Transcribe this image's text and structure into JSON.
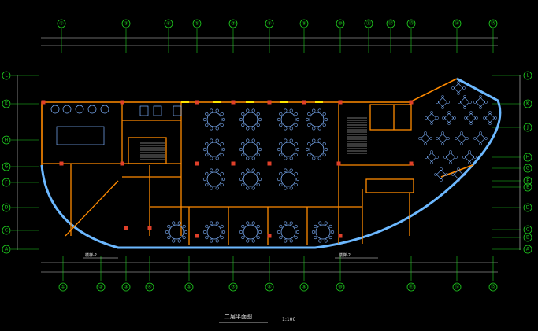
{
  "drawing": {
    "title": "二层平面图",
    "scale": "1:100"
  },
  "colors": {
    "background": "#000000",
    "axis": "#1fd21f",
    "wall": "#ff8a00",
    "glass_curve": "#6cb8ff",
    "furniture": "#7fb3ff",
    "column": "#e0402a",
    "window": "#ffe600",
    "dimension": "#e8e8e8"
  },
  "grid": {
    "top_labels": [
      "①",
      "③",
      "④",
      "⑤",
      "⑦",
      "⑧",
      "⑨",
      "⑩",
      "⑪",
      "⑫",
      "⑬",
      "⑭",
      "⑮"
    ],
    "bottom_labels": [
      "①",
      "②",
      "③",
      "④",
      "⑤",
      "⑦",
      "⑧",
      "⑨",
      "⑩",
      "⑪",
      "⑫",
      "⑮"
    ],
    "left_labels": [
      "L",
      "K",
      "H",
      "G",
      "F",
      "D",
      "C",
      "A"
    ],
    "right_labels": [
      "L",
      "K",
      "J",
      "H",
      "G",
      "F",
      "E",
      "D",
      "C",
      "B",
      "A"
    ]
  },
  "labels": {
    "stair_left": "楼梯-2",
    "stair_right": "楼梯-2"
  }
}
